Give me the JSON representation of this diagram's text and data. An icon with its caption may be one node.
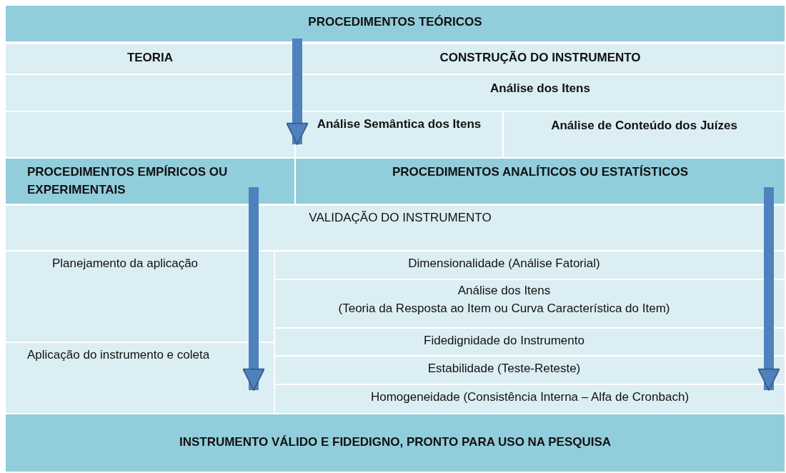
{
  "diagram": {
    "nodes": [
      {
        "text": [
          "PROCEDIMENTOS TEÓRICOS"
        ]
      },
      {
        "text": [
          "TEORIA"
        ]
      },
      {
        "text": [
          "CONSTRUÇÃO DO INSTRUMENTO"
        ]
      },
      {
        "text": [
          "Análise dos Itens"
        ]
      },
      {
        "text": [
          "Análise Semântica dos Itens"
        ]
      },
      {
        "text": [
          "Análise de Conteúdo dos Juízes"
        ]
      },
      {
        "text": [
          "PROCEDIMENTOS EMPÍRICOS OU EXPERIMENTAIS"
        ]
      },
      {
        "text": [
          "PROCEDIMENTOS ANALÍTICOS OU ESTATÍSTICOS"
        ]
      },
      {
        "text": [
          "VALIDAÇÃO DO INSTRUMENTO"
        ]
      },
      {
        "text": [
          "Planejamento da aplicação"
        ]
      },
      {
        "text": [
          "Aplicação do instrumento e coleta"
        ]
      },
      {
        "text": [
          "Dimensionalidade (Análise Fatorial)"
        ]
      },
      {
        "text": [
          "Análise dos Itens",
          "(Teoria da Resposta ao Item ou Curva Característica do Item)"
        ]
      },
      {
        "text": [
          "Fidedignidade do Instrumento"
        ]
      },
      {
        "text": [
          "Estabilidade (Teste-Reteste)"
        ]
      },
      {
        "text": [
          "Homogeneidade (Consistência Interna – Alfa de Cronbach)"
        ]
      },
      {
        "text": [
          "INSTRUMENTO VÁLIDO E FIDEDIGNO, PRONTO PARA USO NA PESQUISA"
        ]
      }
    ],
    "edges": [
      {
        "from": 0,
        "to": 4,
        "arrow": "to"
      },
      {
        "from": 6,
        "to": 10,
        "arrow": "to"
      },
      {
        "from": 7,
        "to": 15,
        "arrow": "to"
      }
    ]
  }
}
